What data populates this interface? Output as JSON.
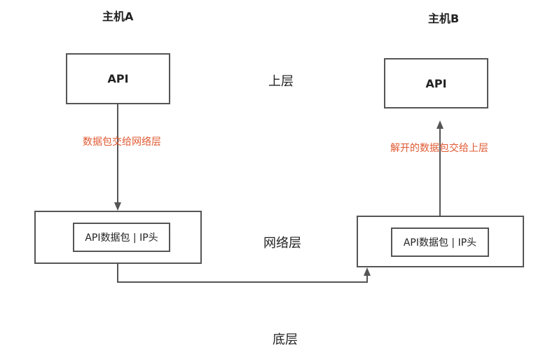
{
  "hosts": {
    "a": {
      "title": "主机A",
      "api_label": "API",
      "packet_label": "API数据包 | IP头"
    },
    "b": {
      "title": "主机B",
      "api_label": "API",
      "packet_label": "API数据包 | IP头"
    }
  },
  "layers": {
    "upper": "上层",
    "network": "网络层",
    "bottom": "底层"
  },
  "edges": {
    "a_down": "数据包交给网络层",
    "b_up": "解开的数据包交给上层"
  },
  "colors": {
    "stroke": "#555555",
    "edge_label": "#e05a33"
  }
}
